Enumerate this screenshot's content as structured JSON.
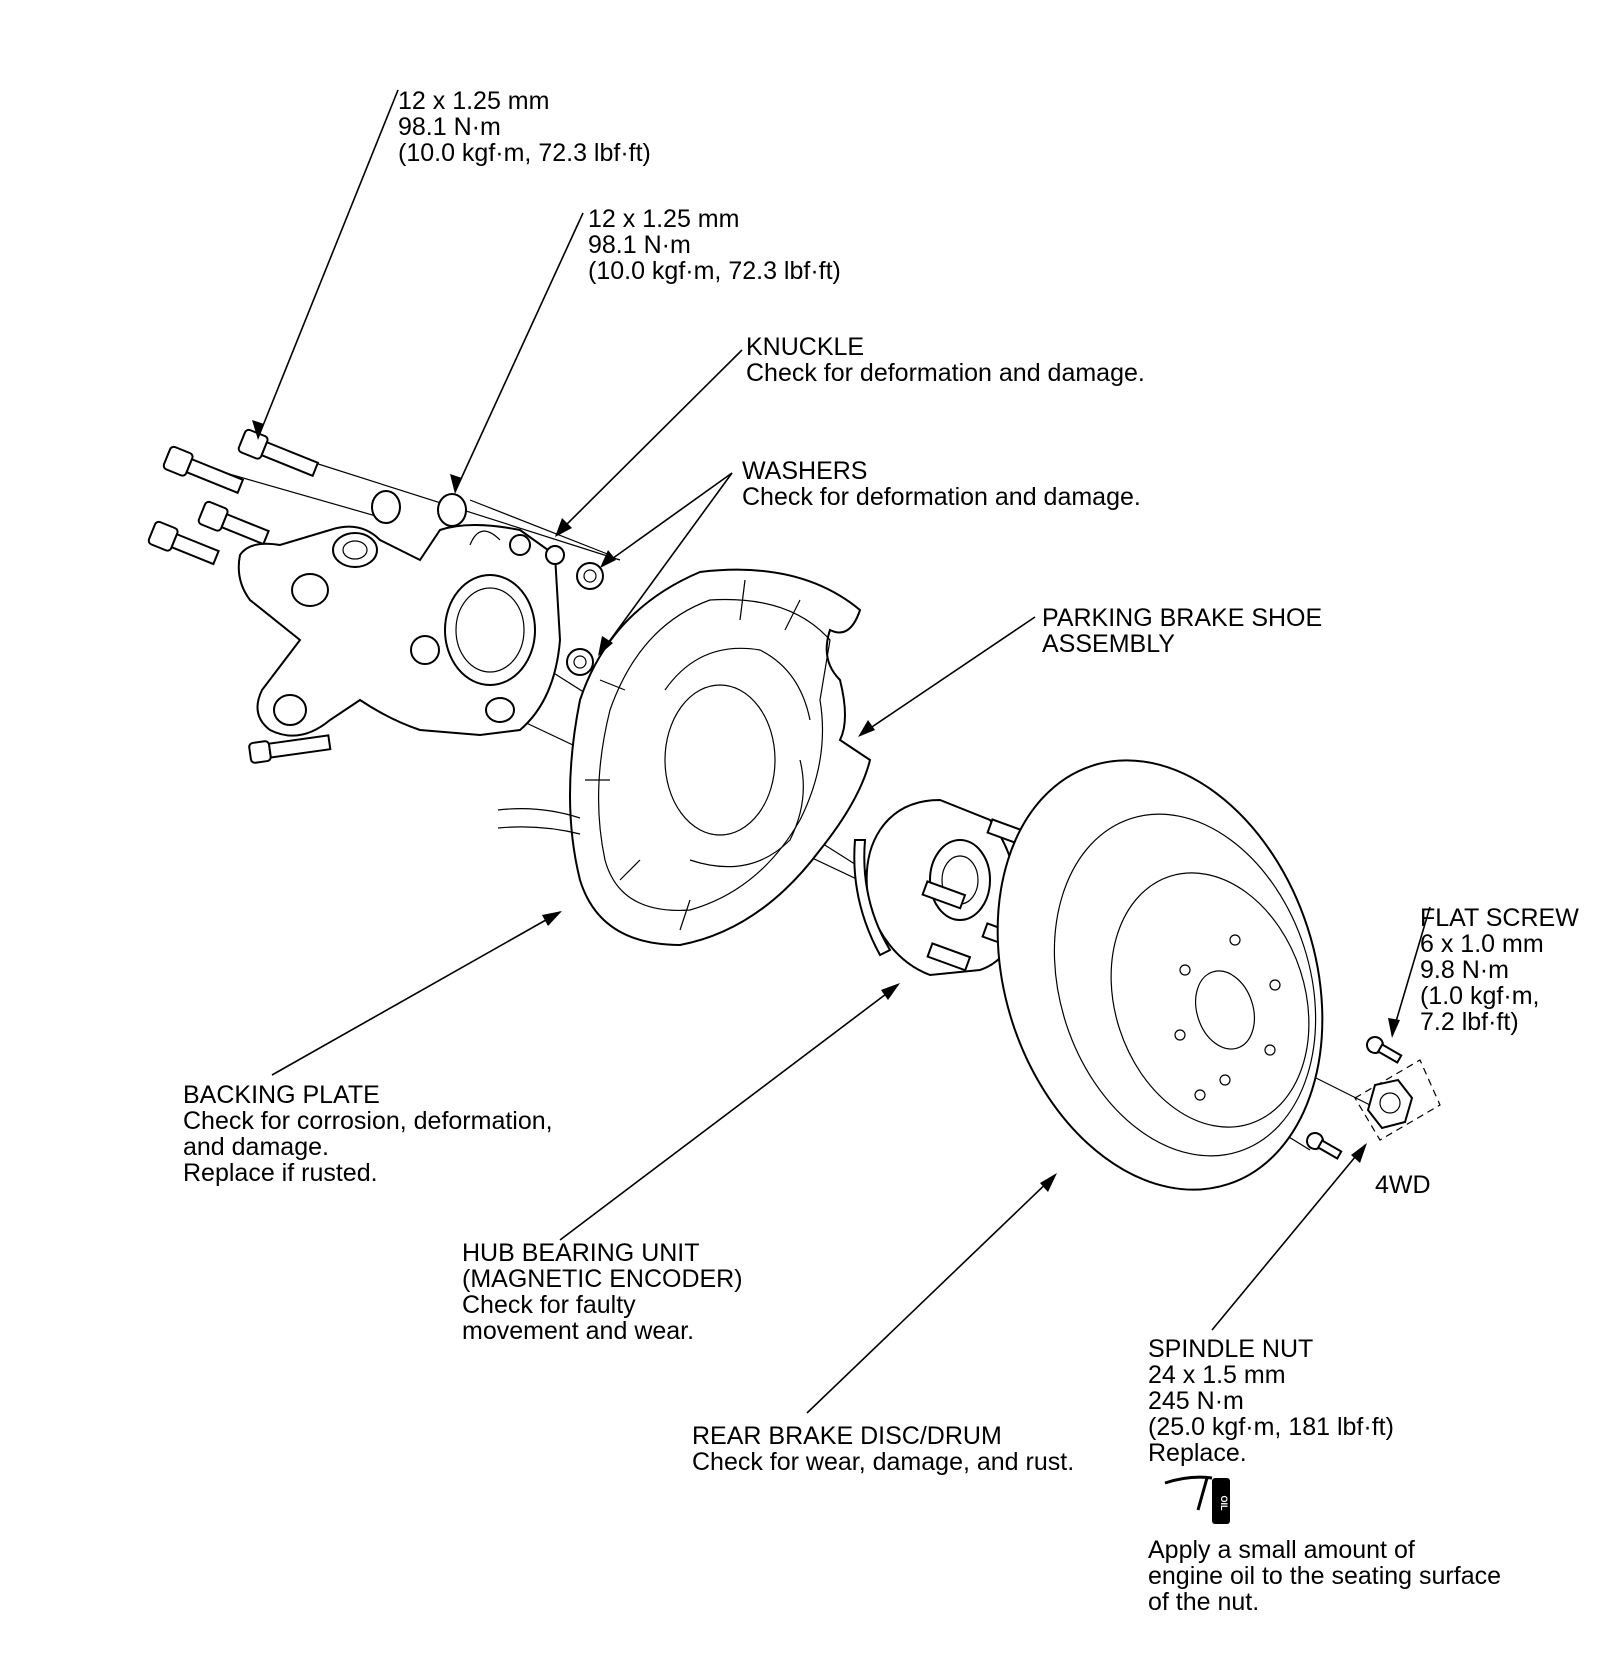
{
  "labels": {
    "bolt_upper_1": {
      "spec": "12 x 1.25 mm",
      "torque_nm": "98.1 N·m",
      "torque_alt": "(10.0 kgf·m, 72.3 lbf·ft)"
    },
    "bolt_upper_2": {
      "spec": "12 x 1.25 mm",
      "torque_nm": "98.1 N·m",
      "torque_alt": "(10.0 kgf·m, 72.3 lbf·ft)"
    },
    "knuckle": {
      "title": "KNUCKLE",
      "note": "Check for deformation and damage."
    },
    "washers": {
      "title": "WASHERS",
      "note": "Check for deformation and damage."
    },
    "parking_brake": {
      "line1": "PARKING BRAKE SHOE",
      "line2": "ASSEMBLY"
    },
    "flat_screw": {
      "title": "FLAT SCREW",
      "spec": "6 x 1.0 mm",
      "torque_nm": "9.8 N·m",
      "torque_alt1": "(1.0 kgf·m,",
      "torque_alt2": "7.2 lbf·ft)"
    },
    "backing_plate": {
      "title": "BACKING PLATE",
      "note1": "Check for corrosion, deformation,",
      "note2": "and damage.",
      "note3": "Replace if rusted."
    },
    "four_wd": "4WD",
    "hub_bearing": {
      "title1": "HUB BEARING UNIT",
      "title2": "(MAGNETIC ENCODER)",
      "note1": "Check for faulty",
      "note2": "movement and wear."
    },
    "spindle_nut": {
      "title": "SPINDLE NUT",
      "spec": "24 x 1.5 mm",
      "torque_nm": "245 N·m",
      "torque_alt": "(25.0 kgf·m, 181 lbf·ft)",
      "note": "Replace."
    },
    "brake_disc": {
      "title": "REAR BRAKE DISC/DRUM",
      "note": "Check for wear, damage, and rust."
    },
    "oil_icon_text": "OIL",
    "oil_note": {
      "line1": "Apply a small amount of",
      "line2": "engine oil to the seating surface",
      "line3": "of the nut."
    }
  }
}
